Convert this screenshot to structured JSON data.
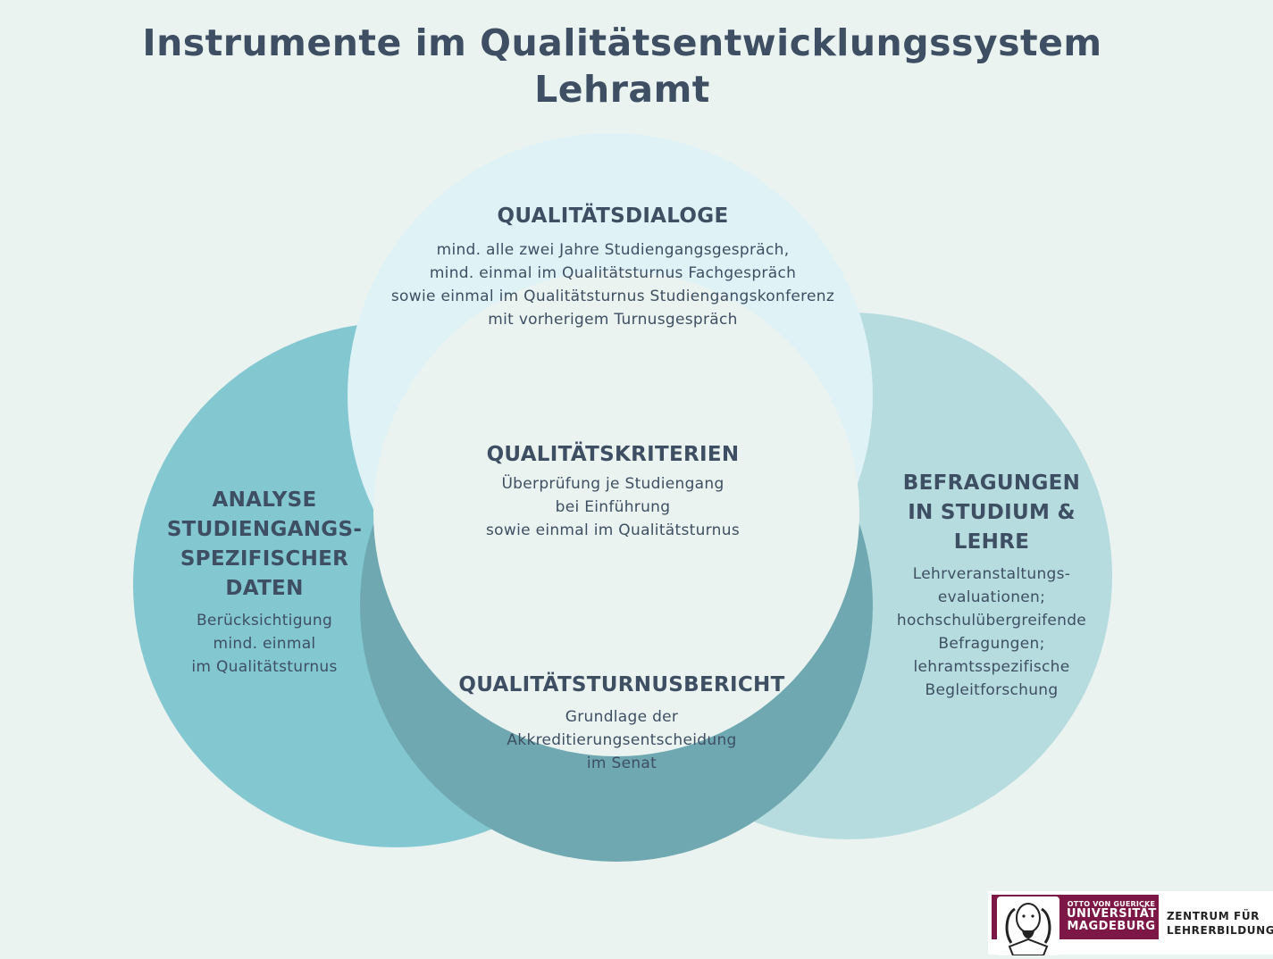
{
  "title": {
    "line1": "Instrumente im Qualitätsentwicklungssystem",
    "line2": "Lehramt"
  },
  "circles": {
    "dialoge": {
      "heading": "QUALITÄTSDIALOGE",
      "lines": [
        "mind. alle zwei Jahre Studiengangsgespräch,",
        "mind. einmal im Qualitätsturnus Fachgespräch",
        "sowie einmal im Qualitätsturnus Studiengangskonferenz",
        "mit vorherigem Turnusgespräch"
      ]
    },
    "kriterien": {
      "heading": "QUALITÄTSKRITERIEN",
      "lines": [
        "Überprüfung je Studiengang",
        "bei Einführung",
        "sowie einmal im Qualitätsturnus"
      ]
    },
    "analyse": {
      "heading_lines": [
        "ANALYSE",
        "STUDIENGANGS-",
        "SPEZIFISCHER",
        "DATEN"
      ],
      "lines": [
        "Berücksichtigung",
        "mind. einmal",
        "im Qualitätsturnus"
      ]
    },
    "befragungen": {
      "heading_lines": [
        "BEFRAGUNGEN",
        "IN STUDIUM &",
        "LEHRE"
      ],
      "lines": [
        "Lehrveranstaltungs-",
        "evaluationen;",
        "hochschulübergreifende",
        "Befragungen;",
        "lehramtsspezifische",
        "Begleitforschung"
      ]
    },
    "turnusbericht": {
      "heading": "QUALITÄTSTURNUSBERICHT",
      "lines": [
        "Grundlage der",
        "Akkreditierungsentscheidung",
        "im Senat"
      ]
    }
  },
  "logo": {
    "small": "OTTO VON GUERICKE",
    "uni1": "UNIVERSITÄT",
    "uni2": "MAGDEBURG",
    "zfl1": "ZENTRUM FÜR",
    "zfl2": "LEHRERBILDUNG"
  },
  "colors": {
    "background": "#ebf3f1",
    "left_circle": "#83c7d1",
    "right_circle": "#b6dcdf",
    "bottom_circle": "#6fa8b0",
    "top_circle": "#dff2f5",
    "center_circle": "#ebf3f1",
    "text": "#3e4f63",
    "brand": "#7d1846"
  }
}
